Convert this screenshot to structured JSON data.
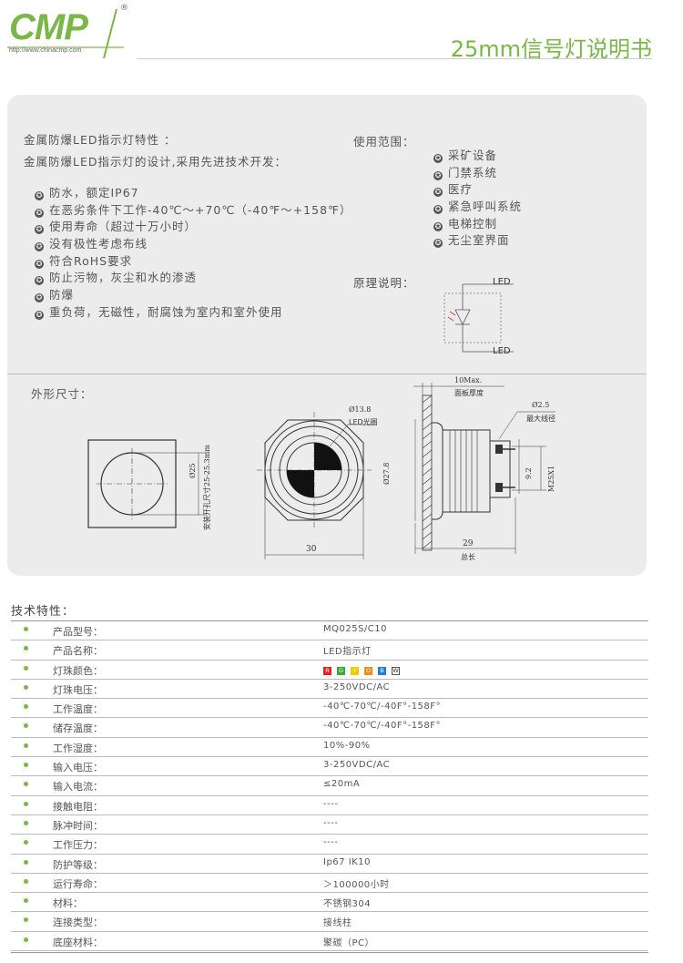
{
  "header": {
    "logo_text": "CMP",
    "logo_url": "http://www.chinacmp.com",
    "logo_reg": "®",
    "title": "25mm信号灯说明书"
  },
  "features": {
    "heading": "金属防爆LED指示灯特性 ：",
    "intro": "金属防爆LED指示灯的设计,采用先进技术开发：",
    "items": [
      "防水，额定IP67",
      "在恶劣条件下工作-40℃～+70℃（-40℉～+158℉）",
      "使用寿命（超过十万小时）",
      "没有极性考虑布线",
      "符合RoHS要求",
      "防止污物，灰尘和水的渗透",
      "防爆",
      "重负荷，无磁性，耐腐蚀为室内和室外使用"
    ]
  },
  "usage": {
    "heading": "使用范围：",
    "items": [
      "采矿设备",
      "门禁系统",
      "医疗",
      "紧急呼叫系统",
      "电梯控制",
      "无尘室界面"
    ]
  },
  "principle": {
    "heading": "原理说明：",
    "top_label": "LED",
    "bottom_label": "LED"
  },
  "dimensions": {
    "heading": "外形尺寸：",
    "front_size": "Ø25",
    "cutout": "安装开孔尺寸25-25.3mm",
    "ring_dia": "Ø13.8",
    "ring_label": "LED光圈",
    "width": "30",
    "panel_max": "10Max.",
    "panel_label": "面板厚度",
    "body_dia": "Ø27.8",
    "wire_dia": "Ø2.5",
    "wire_label": "最大线径",
    "pin_spacing": "9.2",
    "thread": "M25X1",
    "length": "29",
    "length_label": "总长"
  },
  "tech": {
    "heading": "技术特性：",
    "rows": [
      {
        "label": "产品型号：",
        "value": "MQ025S/C10"
      },
      {
        "label": "产品名称：",
        "value": "LED指示灯"
      },
      {
        "label": "灯珠颜色：",
        "value": ""
      },
      {
        "label": "灯珠电压：",
        "value": "3-250VDC/AC"
      },
      {
        "label": "工作温度：",
        "value": "-40℃-70℃/-40F°-158F°"
      },
      {
        "label": "储存温度：",
        "value": "-40℃-70℃/-40F°-158F°"
      },
      {
        "label": "工作湿度：",
        "value": "10%-90%"
      },
      {
        "label": "输入电压：",
        "value": "3-250VDC/AC"
      },
      {
        "label": "输入电流：",
        "value": "≤20mA"
      },
      {
        "label": "接触电阻：",
        "value": "----"
      },
      {
        "label": "脉冲时间：",
        "value": "----"
      },
      {
        "label": "工作压力：",
        "value": "----"
      },
      {
        "label": "防护等级：",
        "value": "Ip67 IK10"
      },
      {
        "label": "运行寿命：",
        "value": "＞100000小时"
      },
      {
        "label": "材料：",
        "value": "不锈钢304"
      },
      {
        "label": "连接类型：",
        "value": "接线柱"
      },
      {
        "label": "底座材料：",
        "value": "聚碳（PC）"
      }
    ],
    "colors": [
      {
        "letter": "R",
        "color": "#e8231f"
      },
      {
        "letter": "G",
        "color": "#3aa935"
      },
      {
        "letter": "Y",
        "color": "#f2c800"
      },
      {
        "letter": "O",
        "color": "#f08a1c"
      },
      {
        "letter": "B",
        "color": "#1f7fd1"
      },
      {
        "letter": "W",
        "color": "#ffffff"
      }
    ]
  },
  "theme": {
    "accent": "#7ab648",
    "panel_bg": "#ececec"
  }
}
